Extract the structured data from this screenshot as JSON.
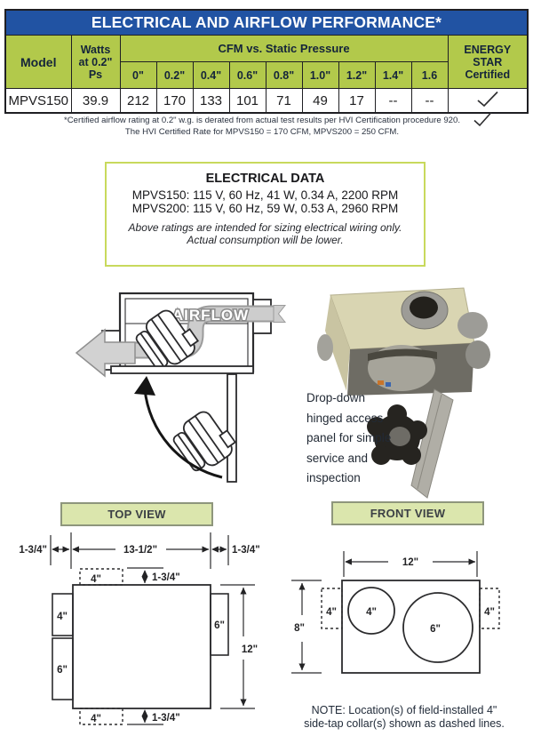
{
  "colors": {
    "header_blue": "#2153a3",
    "table_green": "#b2c94b",
    "label_green_bg": "#dbe6ad",
    "elec_box_border": "#c8d95c"
  },
  "performance_table": {
    "title": "ELECTRICAL AND AIRFLOW PERFORMANCE*",
    "headers": {
      "model": "Model",
      "watts": "Watts\nat 0.2\"\nPs",
      "cfm_group": "CFM vs. Static Pressure",
      "energy_star": "ENERGY\nSTAR\nCertified"
    },
    "pressure_columns": [
      "0\"",
      "0.2\"",
      "0.4\"",
      "0.6\"",
      "0.8\"",
      "1.0\"",
      "1.2\"",
      "1.4\"",
      "1.6"
    ],
    "rows": [
      {
        "model": "MPVS150",
        "watts": "39.9",
        "cfm": [
          "212",
          "170",
          "133",
          "101",
          "71",
          "49",
          "17",
          "--",
          "--"
        ],
        "energy_star_certified": true
      }
    ]
  },
  "footnote": {
    "lines": [
      "*Certified airflow rating at 0.2\" w.g. is derated from actual test results per HVI Certification procedure 920.",
      "The HVI Certified Rate for MPVS150 = 170 CFM, MPVS200 = 250 CFM."
    ],
    "certified": true
  },
  "electrical_data": {
    "title": "ELECTRICAL DATA",
    "lines": [
      "MPVS150: 115 V, 60 Hz, 41 W, 0.34 A, 2200 RPM",
      "MPVS200: 115 V, 60 Hz, 59 W, 0.53 A, 2960 RPM"
    ],
    "note_lines": [
      "Above ratings are intended for sizing electrical wiring only.",
      "Actual consumption will be lower."
    ]
  },
  "airflow_diagram": {
    "label": "AIRFLOW"
  },
  "photo_caption": {
    "lines": [
      "Drop-down",
      "hinged access",
      "panel for simple",
      "service and",
      "inspection"
    ]
  },
  "top_view": {
    "label": "TOP VIEW",
    "dims": {
      "left_margin": "1-3/4\"",
      "body_width": "13-1/2\"",
      "right_margin": "1-3/4\"",
      "top_tap": "4\"",
      "top_offset": "1-3/4\"",
      "left_upper_duct": "4\"",
      "left_lower_duct": "6\"",
      "right_duct": "6\"",
      "body_depth": "12\"",
      "bottom_tap": "4\"",
      "bottom_offset": "1-3/4\""
    }
  },
  "front_view": {
    "label": "FRONT VIEW",
    "dims": {
      "body_width": "12\"",
      "body_height": "8\"",
      "left_tap": "4\"",
      "small_collar": "4\"",
      "large_collar": "6\"",
      "right_tap": "4\""
    }
  },
  "note": {
    "lines": [
      "NOTE: Location(s) of field-installed 4\"",
      "side-tap collar(s) shown as dashed lines."
    ]
  }
}
